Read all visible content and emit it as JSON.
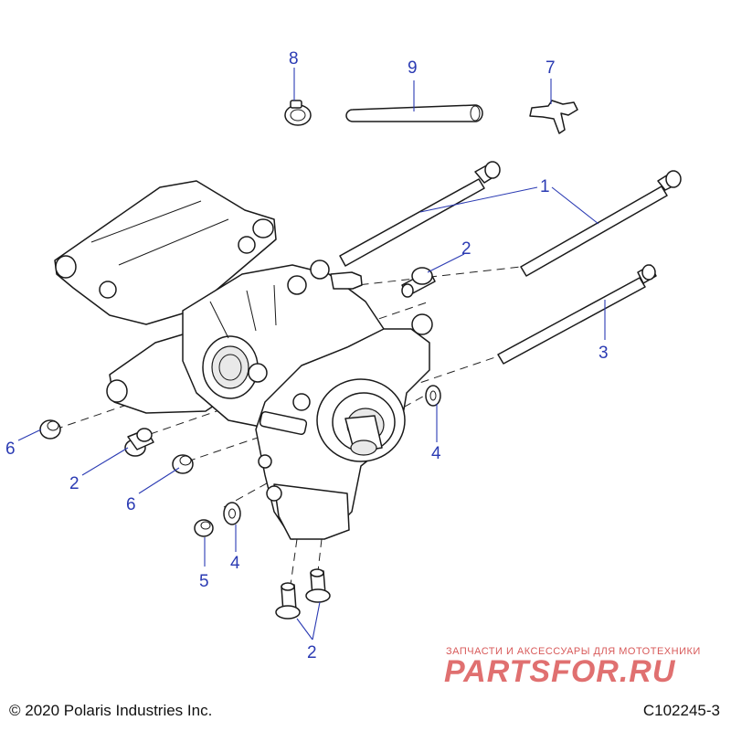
{
  "callouts": {
    "c1": "1",
    "c2a": "2",
    "c2b": "2",
    "c2c": "2",
    "c3": "3",
    "c4a": "4",
    "c4b": "4",
    "c5": "5",
    "c6a": "6",
    "c6b": "6",
    "c7": "7",
    "c8": "8",
    "c9": "9"
  },
  "footer": {
    "copyright": "© 2020 Polaris Industries Inc.",
    "figure_code": "C102245-3"
  },
  "watermark": {
    "tagline": "ЗАПЧАСТИ И АКСЕССУАРЫ ДЛЯ МОТОТЕХНИКИ",
    "brand": "PARTSFOR.RU"
  },
  "colors": {
    "callout": "#2b3bb3",
    "line_art": "#1a1a1a",
    "watermark": "#e07070"
  }
}
